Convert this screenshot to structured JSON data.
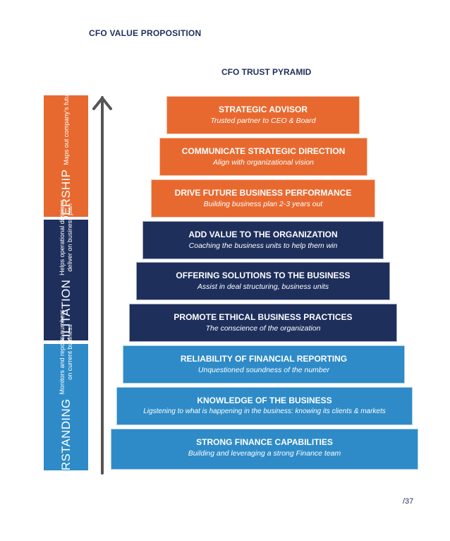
{
  "header": {
    "title": "CFO VALUE PROPOSITION"
  },
  "pyramid": {
    "title": "CFO TRUST PYRAMID",
    "colors": {
      "orange": "#e8692f",
      "navy": "#1e2f5c",
      "blue": "#2e8bc8"
    },
    "tiers": [
      {
        "title": "STRATEGIC ADVISOR",
        "subtitle": "Trusted partner to CEO & Board",
        "color": "#e8692f"
      },
      {
        "title": "COMMUNICATE STRATEGIC DIRECTION",
        "subtitle": "Align with organizational vision",
        "color": "#e8692f"
      },
      {
        "title": "DRIVE FUTURE BUSINESS PERFORMANCE",
        "subtitle": "Building business plan 2-3 years out",
        "color": "#e8692f"
      },
      {
        "title": "ADD VALUE TO THE ORGANIZATION",
        "subtitle": "Coaching the business units to help them win",
        "color": "#1e2f5c"
      },
      {
        "title": "OFFERING SOLUTIONS TO THE BUSINESS",
        "subtitle": "Assist in deal structuring, business units",
        "color": "#1e2f5c"
      },
      {
        "title": "PROMOTE ETHICAL BUSINESS PRACTICES",
        "subtitle": "The conscience of the organization",
        "color": "#1e2f5c"
      },
      {
        "title": "RELIABILITY OF FINANCIAL REPORTING",
        "subtitle": "Unquestioned soundness of the number",
        "color": "#2e8bc8"
      },
      {
        "title": "KNOWLEDGE OF THE BUSINESS",
        "subtitle": "Ligstening to what is happening in the business: knowing its clients & markets",
        "color": "#2e8bc8"
      },
      {
        "title": "STRONG FINANCE CAPABILITIES",
        "subtitle": "Building and leveraging a strong Finance team",
        "color": "#2e8bc8"
      }
    ]
  },
  "sidebar": {
    "leadership": {
      "title": "LEADERSHIP",
      "desc_lines": [
        "Maps out company's future strategy"
      ],
      "color": "#e8692f"
    },
    "facilitation": {
      "title": "FACILITATION",
      "desc_lines": [
        "Helps operational divisions",
        "deliver on business plan"
      ],
      "color": "#1e2f5c"
    },
    "understanding": {
      "title": "UNDERSTANDING",
      "desc_lines": [
        "Monitors and reports numbers",
        "on current business"
      ],
      "color": "#2e8bc8"
    }
  },
  "page": {
    "number": "/37"
  }
}
